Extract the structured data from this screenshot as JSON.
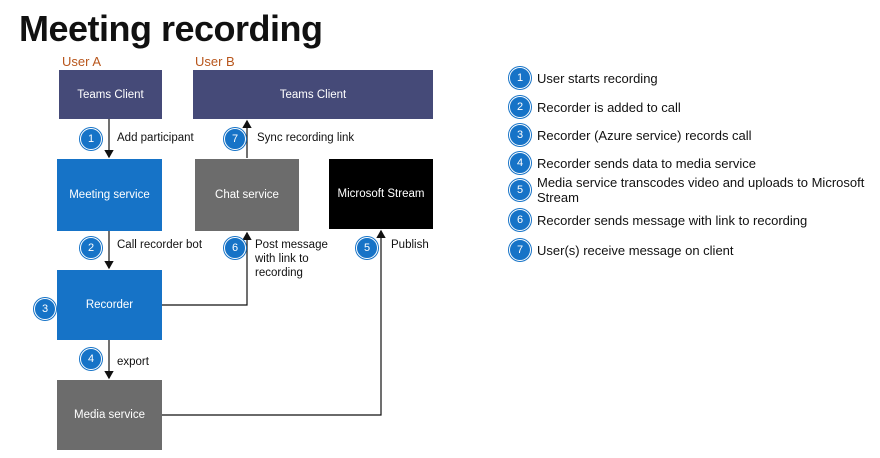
{
  "title": "Meeting recording",
  "users": {
    "a": "User A",
    "b": "User B"
  },
  "boxes": {
    "teams_client_a": "Teams Client",
    "teams_client_b": "Teams Client",
    "meeting_service": "Meeting service",
    "chat_service": "Chat service",
    "microsoft_stream": "Microsoft Stream",
    "recorder": "Recorder",
    "media_service": "Media service"
  },
  "steps": {
    "s1": {
      "num": "1",
      "label": "Add participant"
    },
    "s2": {
      "num": "2",
      "label": "Call recorder bot"
    },
    "s3": {
      "num": "3"
    },
    "s4": {
      "num": "4",
      "label": "export"
    },
    "s5": {
      "num": "5",
      "label": "Publish"
    },
    "s6": {
      "num": "6",
      "label": "Post message with link to recording"
    },
    "s7": {
      "num": "7",
      "label": "Sync recording link"
    }
  },
  "legend": [
    {
      "num": "1",
      "text": "User starts recording"
    },
    {
      "num": "2",
      "text": "Recorder is added to call"
    },
    {
      "num": "3",
      "text": "Recorder (Azure service) records call"
    },
    {
      "num": "4",
      "text": "Recorder sends data to media service"
    },
    {
      "num": "5",
      "text": "Media service transcodes video and uploads to Microsoft Stream"
    },
    {
      "num": "6",
      "text": "Recorder sends message with link to recording"
    },
    {
      "num": "7",
      "text": "User(s) receive message on client"
    }
  ],
  "colors": {
    "purple": "#454a78",
    "blue": "#1673c7",
    "gray": "#6c6c6c",
    "black": "#000000",
    "user_label": "#b8561c"
  }
}
